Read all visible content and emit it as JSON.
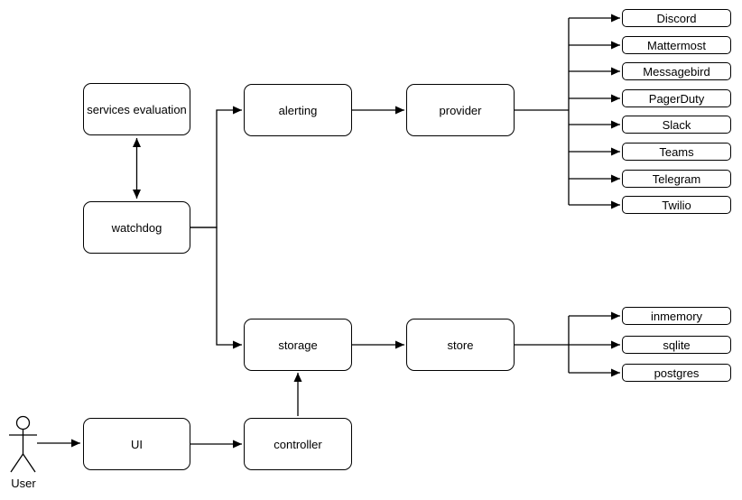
{
  "actor": {
    "label": "User"
  },
  "nodes": {
    "services_evaluation": {
      "label": "services evaluation"
    },
    "watchdog": {
      "label": "watchdog"
    },
    "alerting": {
      "label": "alerting"
    },
    "provider": {
      "label": "provider"
    },
    "storage": {
      "label": "storage"
    },
    "store": {
      "label": "store"
    },
    "ui": {
      "label": "UI"
    },
    "controller": {
      "label": "controller"
    }
  },
  "provider_targets": [
    "Discord",
    "Mattermost",
    "Messagebird",
    "PagerDuty",
    "Slack",
    "Teams",
    "Telegram",
    "Twilio"
  ],
  "store_targets": [
    "inmemory",
    "sqlite",
    "postgres"
  ],
  "edges": [
    {
      "from": "user",
      "to": "ui",
      "style": "arrow"
    },
    {
      "from": "ui",
      "to": "controller",
      "style": "arrow"
    },
    {
      "from": "controller",
      "to": "storage",
      "style": "arrow"
    },
    {
      "from": "services_evaluation",
      "to": "watchdog",
      "style": "double-arrow"
    },
    {
      "from": "watchdog",
      "to": "alerting",
      "style": "arrow"
    },
    {
      "from": "watchdog",
      "to": "storage",
      "style": "arrow"
    },
    {
      "from": "alerting",
      "to": "provider",
      "style": "arrow"
    },
    {
      "from": "storage",
      "to": "store",
      "style": "arrow"
    },
    {
      "from": "provider",
      "to": "Discord",
      "style": "arrow"
    },
    {
      "from": "provider",
      "to": "Mattermost",
      "style": "arrow"
    },
    {
      "from": "provider",
      "to": "Messagebird",
      "style": "arrow"
    },
    {
      "from": "provider",
      "to": "PagerDuty",
      "style": "arrow"
    },
    {
      "from": "provider",
      "to": "Slack",
      "style": "arrow"
    },
    {
      "from": "provider",
      "to": "Teams",
      "style": "arrow"
    },
    {
      "from": "provider",
      "to": "Telegram",
      "style": "arrow"
    },
    {
      "from": "provider",
      "to": "Twilio",
      "style": "arrow"
    },
    {
      "from": "store",
      "to": "inmemory",
      "style": "arrow"
    },
    {
      "from": "store",
      "to": "sqlite",
      "style": "arrow"
    },
    {
      "from": "store",
      "to": "postgres",
      "style": "arrow"
    }
  ],
  "colors": {
    "stroke": "#000000",
    "node_fill": "#ffffff",
    "text": "#000000",
    "background": "#ffffff"
  }
}
